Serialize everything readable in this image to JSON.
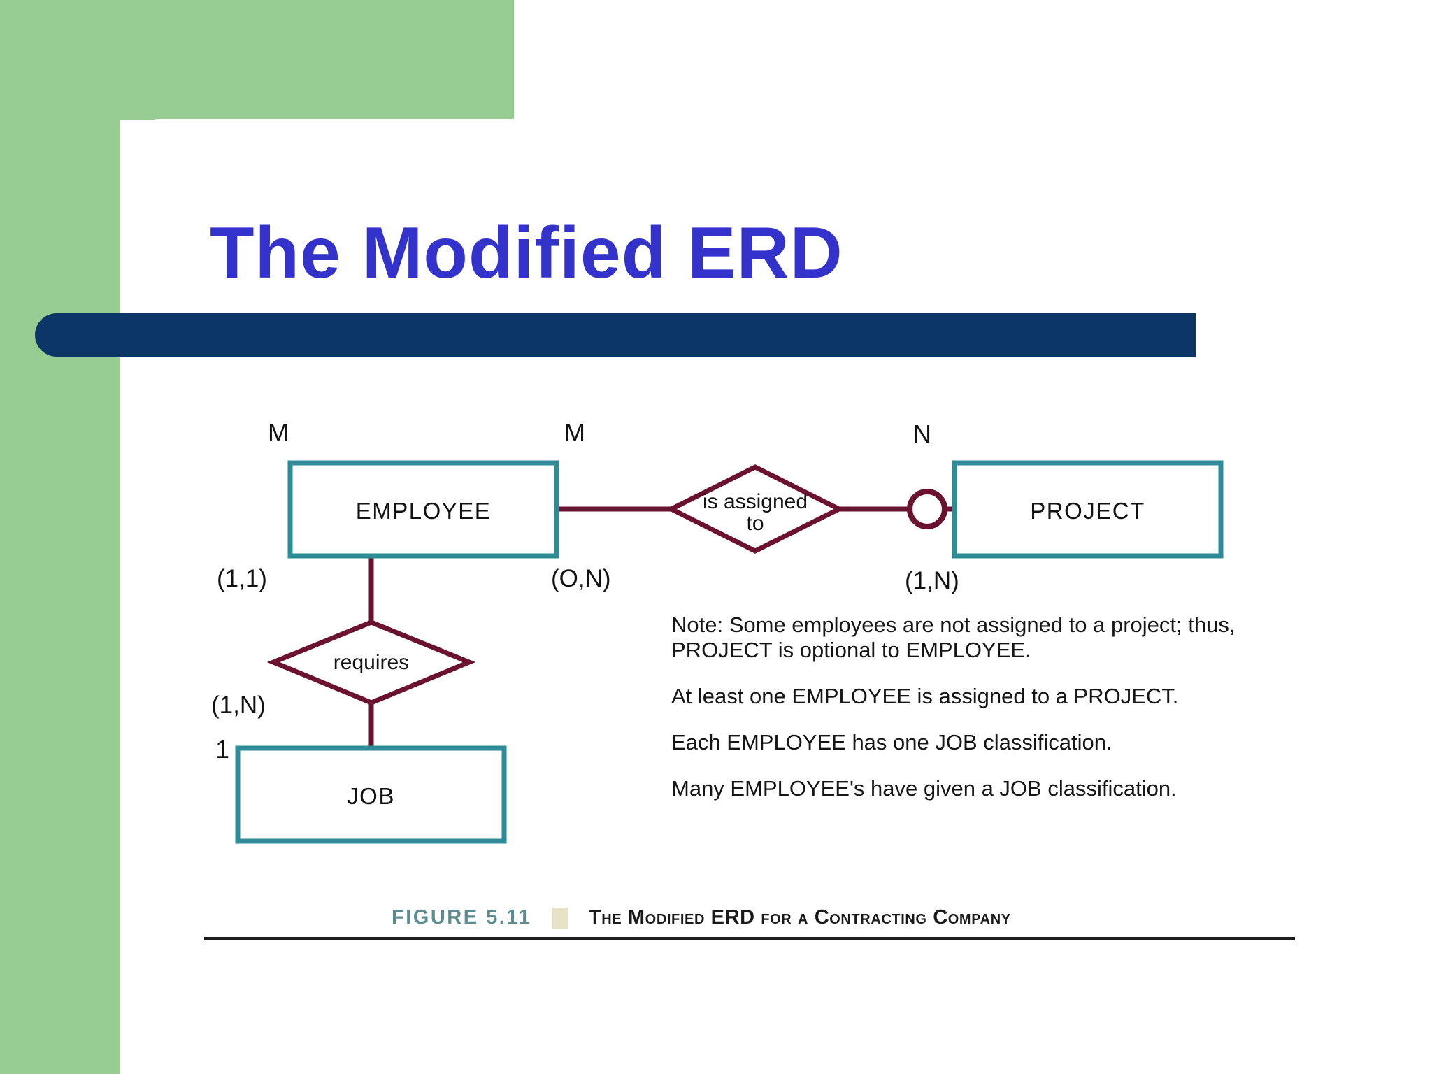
{
  "slide": {
    "title": "The Modified ERD",
    "theme": {
      "accent_green": "#97CC93",
      "title_blue": "#3333CC",
      "bar_navy": "#0B3666",
      "entity_border_teal": "#2E8B98",
      "relationship_maroon": "#6B1230",
      "caption_teal": "#5C8C8E",
      "caption_swatch": "#E8E3C6"
    }
  },
  "erd": {
    "entities": [
      {
        "id": "employee",
        "label": "EMPLOYEE"
      },
      {
        "id": "project",
        "label": "PROJECT"
      },
      {
        "id": "job",
        "label": "JOB"
      }
    ],
    "relationships": [
      {
        "id": "is-assigned-to",
        "label_line1": "is assigned",
        "label_line2": "to"
      },
      {
        "id": "requires",
        "label_line1": "requires",
        "label_line2": ""
      }
    ],
    "cardinalities": [
      {
        "id": "employee-left-m",
        "text": "M"
      },
      {
        "id": "employee-right-m",
        "text": "M"
      },
      {
        "id": "project-n",
        "text": "N"
      },
      {
        "id": "employee-job-1",
        "text": "1"
      },
      {
        "id": "employee-participation",
        "text": "(1,1)"
      },
      {
        "id": "employee-project-on",
        "text": "(O,N)"
      },
      {
        "id": "project-participation",
        "text": "(1,N)"
      },
      {
        "id": "job-participation",
        "text": "(1,N)"
      }
    ],
    "notes": [
      "Note:  Some employees are not assigned to a project; thus, PROJECT is optional to EMPLOYEE.",
      "At least one EMPLOYEE is assigned to a PROJECT.",
      "Each EMPLOYEE has one JOB classification.",
      "Many EMPLOYEE's have given a JOB classification."
    ]
  },
  "caption": {
    "figure_number": "FIGURE 5.11",
    "figure_title": "The Modified ERD for a Contracting Company"
  }
}
